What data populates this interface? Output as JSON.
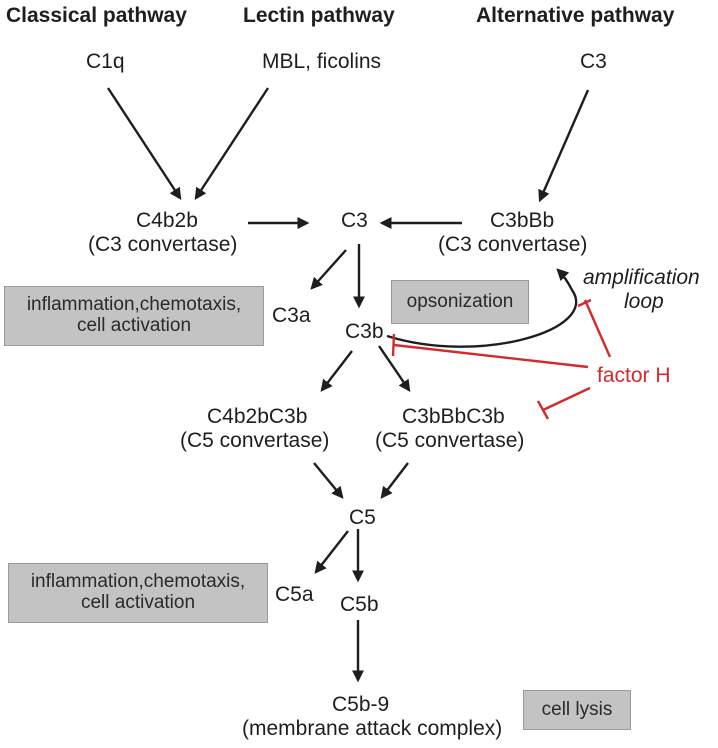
{
  "headers": {
    "classical": "Classical pathway",
    "lectin": "Lectin pathway",
    "alternative": "Alternative pathway"
  },
  "initiators": {
    "classical": "C1q",
    "lectin": "MBL, ficolins",
    "alternative": "C3"
  },
  "nodes": {
    "c4b2b": "C4b2b",
    "c4b2b_sub": "(C3 convertase)",
    "c3": "C3",
    "c3bbb": "C3bBb",
    "c3bbb_sub": "(C3 convertase)",
    "c3a": "C3a",
    "c3b": "C3b",
    "c4b2bc3b": "C4b2bC3b",
    "c4b2bc3b_sub": "(C5 convertase)",
    "c3bbbc3b": "C3bBbC3b",
    "c3bbbc3b_sub": "(C5 convertase)",
    "c5": "C5",
    "c5a": "C5a",
    "c5b": "C5b",
    "c5b9": "C5b-9",
    "c5b9_sub": "(membrane attack complex)"
  },
  "effects": {
    "inflammation_1_line1": "inflammation,chemotaxis,",
    "inflammation_1_line2": "cell activation",
    "opsonization": "opsonization",
    "inflammation_2_line1": "inflammation,chemotaxis,",
    "inflammation_2_line2": "cell activation",
    "cell_lysis": "cell lysis"
  },
  "regulators": {
    "factor_h": "factor H",
    "amplification_line1": "amplification",
    "amplification_line2": "loop"
  },
  "colors": {
    "arrow": "#1e1e1e",
    "inhibition": "#d42a2a",
    "effect_box": "#c3c3c3"
  }
}
